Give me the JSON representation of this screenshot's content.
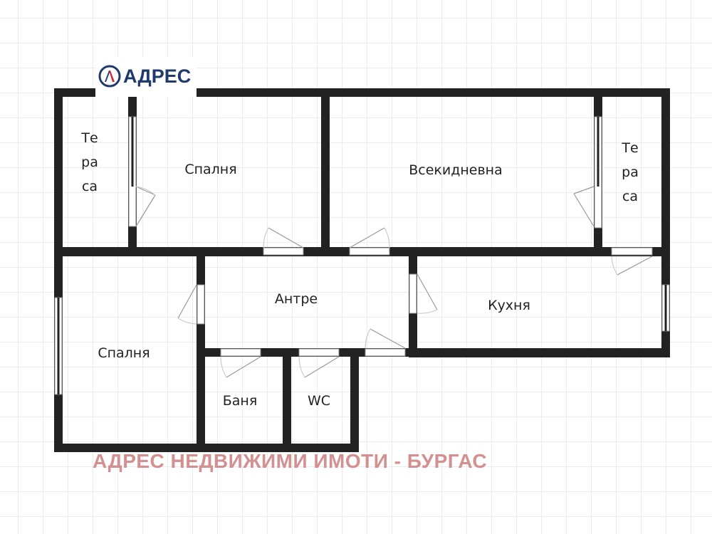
{
  "logo": {
    "text": "АДРЕС",
    "mark_letter": "A",
    "colors": {
      "navy": "#1f3a6b",
      "red": "#d9232e"
    }
  },
  "rooms": {
    "terrace_left": {
      "label_lines": [
        "Те",
        "ра",
        "са"
      ]
    },
    "bedroom_top": {
      "label": "Спалня"
    },
    "living_room": {
      "label": "Всекидневна"
    },
    "terrace_right": {
      "label_lines": [
        "Те",
        "ра",
        "са"
      ]
    },
    "bedroom_bottom": {
      "label": "Спалня"
    },
    "hallway": {
      "label": "Антре"
    },
    "kitchen": {
      "label": "Кухня"
    },
    "bathroom": {
      "label": "Баня"
    },
    "wc": {
      "label": "WC"
    }
  },
  "footer": {
    "text": "АДРЕС НЕДВИЖИМИ ИМОТИ - БУРГАС",
    "color": "#d48f90"
  },
  "colors": {
    "wall": "#222222",
    "grid": "#ececec",
    "background": "#ffffff"
  }
}
